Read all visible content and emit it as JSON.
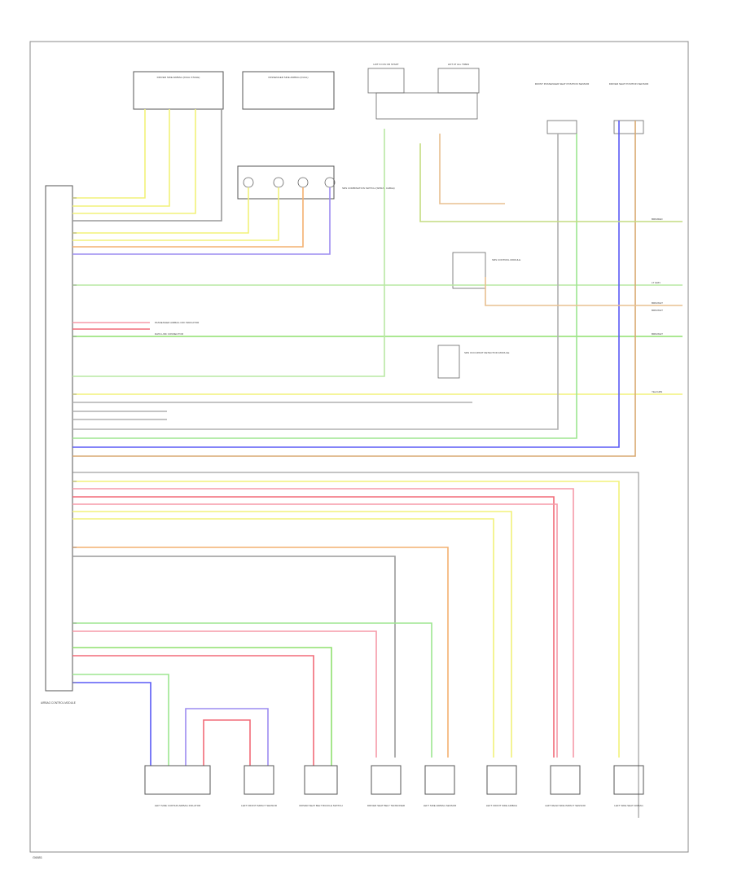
{
  "colors": {
    "yellow": "#f2f27a",
    "orange": "#f4b070",
    "violet": "#9c8cf0",
    "green": "#9de690",
    "lime": "#8fe06f",
    "tan": "#d8a870",
    "red": "#f26b78",
    "pink": "#f59aa8",
    "blue": "#5a5af5",
    "gray": "#9a9a9a",
    "lightgreen": "#b9e8a3",
    "darkyellow": "#e6e07a"
  },
  "labels": {
    "top_connector_left": "DRIVER SIDE AIRBAG (DUAL STAGE)",
    "top_connector_right": "PASSENGER SIDE AIRBAG (DUAL)",
    "clock_spring_note": "SRS COMBINATION SWITCH (SPIRAL CABLE)",
    "ignition_box": "HOT IN ON OR START",
    "fuse_box": "HOT AT ALL TIMES",
    "pass_seat_sensor": "FRONT PASSENGER SEAT POSITION SENSOR",
    "driver_seat_sensor": "DRIVER SEAT POSITION SENSOR",
    "srs_control_unit": "SRS CONTROL MODULE",
    "occupant_module": "SRS OCCUPANT DETECTION MODULE",
    "passenger_airbag_label": "PASSENGER AIRBAG OFF INDICATOR",
    "data_link": "DATA LINK CONNECTOR",
    "module_caption": "AIRBAG CONTROL MODULE",
    "bottom_left_code": "G6881"
  },
  "side_labels": {
    "s1": "BRN/RED",
    "s2": "LT GRN",
    "s3": "BRN/WHT",
    "s4": "BRN/WHT",
    "s5": "BRN/WHT",
    "s6": "YEL/GRN"
  },
  "bottom_components": [
    {
      "name": "LEFT SIDE CURTAIN AIRBAG INFLATOR"
    },
    {
      "name": "LEFT FRONT IMPACT SENSOR"
    },
    {
      "name": "DRIVER SEAT BELT BUCKLE SWITCH"
    },
    {
      "name": "DRIVER SEAT BELT TENSIONER"
    },
    {
      "name": "LEFT SIDE AIRBAG SENSOR"
    },
    {
      "name": "LEFT FRONT SIDE AIRBAG"
    },
    {
      "name": "LEFT REAR SIDE IMPACT SENSOR"
    },
    {
      "name": "LEFT SIDE SEAT AIRBAG"
    }
  ]
}
